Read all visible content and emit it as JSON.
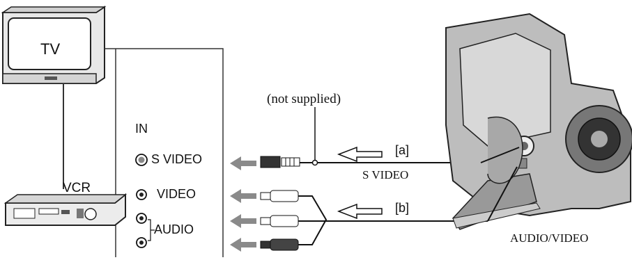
{
  "tv": {
    "label": "TV"
  },
  "vcr": {
    "label": "VCR"
  },
  "panel": {
    "in_label": "IN",
    "s_video": "S VIDEO",
    "video": "VIDEO",
    "audio": "AUDIO"
  },
  "cable": {
    "not_supplied": "(not supplied)",
    "a_label": "[a]",
    "b_label": "[b]",
    "s_video_caption": "S VIDEO",
    "av_caption": "AUDIO/VIDEO"
  },
  "icons": [
    "s-video-jack-icon",
    "rca-jack-icon",
    "arrow-left-icon",
    "open-arrow-icon",
    "camcorder-icon"
  ]
}
